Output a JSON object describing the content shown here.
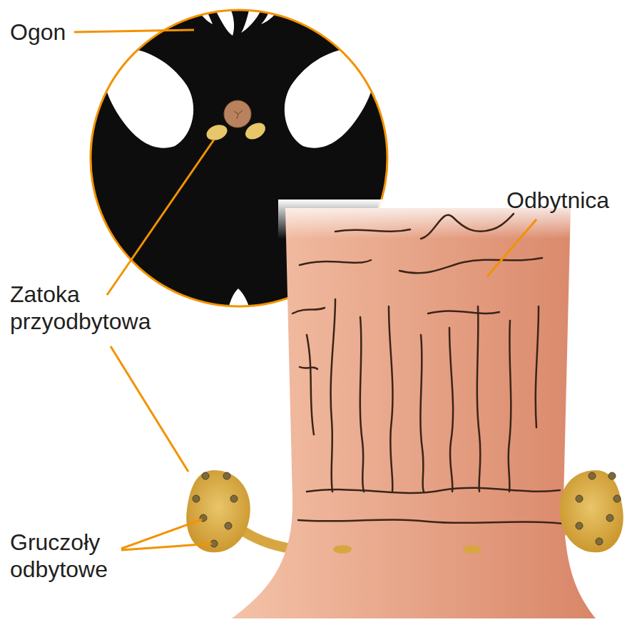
{
  "diagram": {
    "labels": [
      "Ogon",
      "Odbytnica",
      "Zatoka przyodbytowa",
      "Gruczoły odbytowe"
    ]
  }
}
